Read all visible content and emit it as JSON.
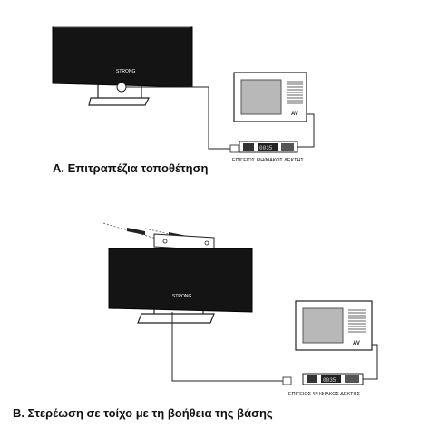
{
  "brand_mark": "STRONG",
  "setup_a": {
    "caption": "A. Επιτραπέζια τοποθέτηση",
    "receiver_label": "ΕΠΙΓΕΙΟΣ ΨΗΦΙΑΚΟΣ ΔΕΚΤΗΣ",
    "receiver_display": "0035",
    "tv_label": "AV"
  },
  "setup_b": {
    "caption": "B. Στερέωση σε τοίχο με τη βοήθεια της βάσης",
    "receiver_label": "ΕΠΙΓΕΙΟΣ ΨΗΦΙΑΚΟΣ ΔΕΚΤΗΣ",
    "receiver_display": "0035",
    "tv_label": "AV"
  },
  "colors": {
    "antenna_body": "#141414",
    "tv_screen": "#b8b8b8",
    "line": "#222222"
  }
}
